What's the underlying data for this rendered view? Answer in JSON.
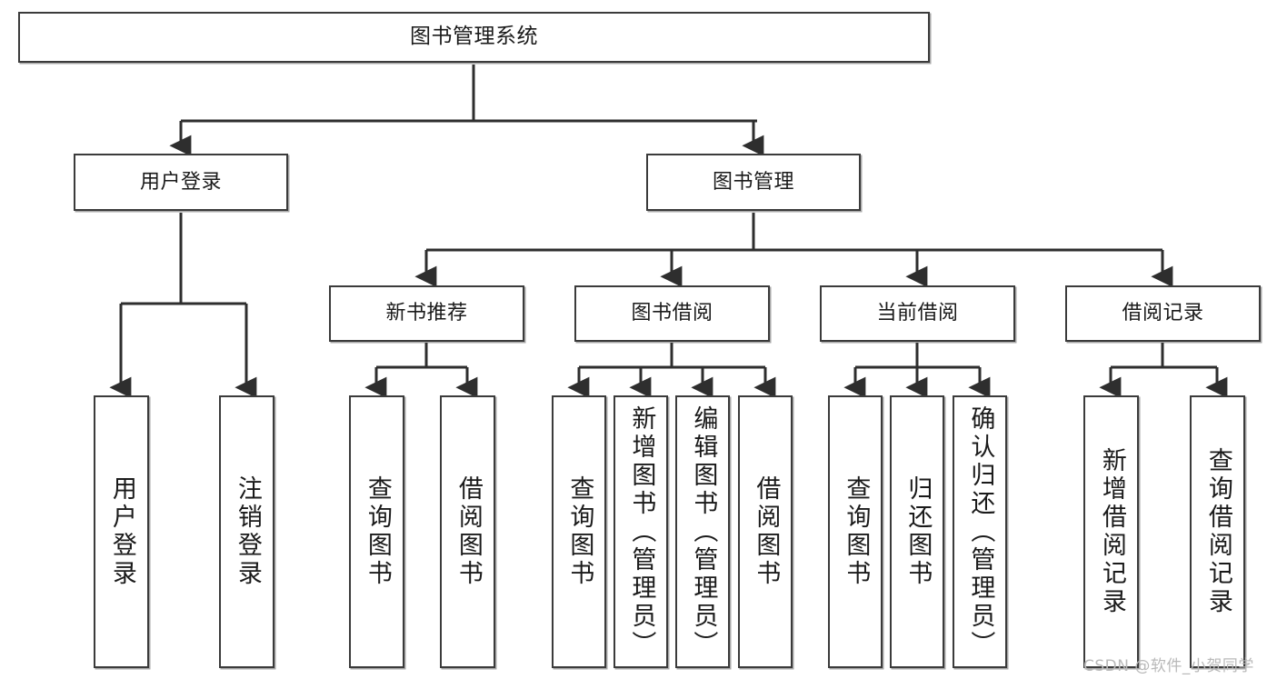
{
  "diagram": {
    "title": "图书管理系统",
    "type": "hierarchy-tree",
    "watermark": "CSDN @软件_小贺同学",
    "colors": {
      "border": "#3b3b3b",
      "background": "#ffffff",
      "text": "#1a1a1a",
      "watermark": "#b9b9b9"
    },
    "root": {
      "label": "图书管理系统"
    },
    "level2": [
      {
        "label": "用户登录"
      },
      {
        "label": "图书管理"
      }
    ],
    "level3": [
      {
        "label": "新书推荐"
      },
      {
        "label": "图书借阅"
      },
      {
        "label": "当前借阅"
      },
      {
        "label": "借阅记录"
      }
    ],
    "leaves": {
      "user_login": [
        {
          "label": "用户登录"
        },
        {
          "label": "注销登录"
        }
      ],
      "new_book_recommend": [
        {
          "label": "查询图书"
        },
        {
          "label": "借阅图书"
        }
      ],
      "book_borrow": [
        {
          "label": "查询图书"
        },
        {
          "label": "新增图书（管理员）"
        },
        {
          "label": "编辑图书（管理员）"
        },
        {
          "label": "借阅图书"
        }
      ],
      "current_borrow": [
        {
          "label": "查询图书"
        },
        {
          "label": "归还图书"
        },
        {
          "label": "确认归还（管理员）"
        }
      ],
      "borrow_record": [
        {
          "label": "新增借阅记录"
        },
        {
          "label": "查询借阅记录"
        }
      ]
    }
  }
}
